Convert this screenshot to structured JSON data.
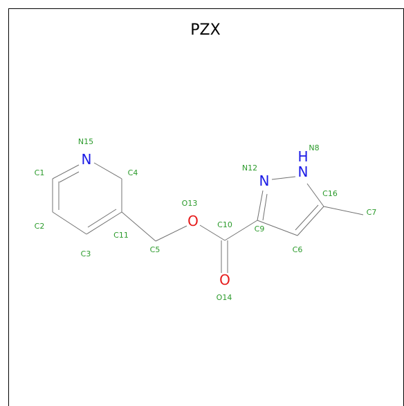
{
  "title": "PZX",
  "colors": {
    "bond": "#707070",
    "label": "#2a9a2a",
    "nitrogen": "#1a1ae6",
    "oxygen": "#e61a1a",
    "frame": "#000000"
  },
  "atoms": {
    "N15": {
      "symbol": "N",
      "label": "N15"
    },
    "N12": {
      "symbol": "N",
      "label": "N12"
    },
    "N8": {
      "symbol": "H\nN",
      "label": "N8"
    },
    "O13": {
      "symbol": "O",
      "label": "O13"
    },
    "O14": {
      "symbol": "O",
      "label": "O14"
    },
    "C1": {
      "label": "C1"
    },
    "C2": {
      "label": "C2"
    },
    "C3": {
      "label": "C3"
    },
    "C4": {
      "label": "C4"
    },
    "C5": {
      "label": "C5"
    },
    "C6": {
      "label": "C6"
    },
    "C7": {
      "label": "C7"
    },
    "C9": {
      "label": "C9"
    },
    "C10": {
      "label": "C10"
    },
    "C11": {
      "label": "C11"
    },
    "C16": {
      "label": "C16"
    }
  },
  "heavy_symbols": {
    "N15": "N",
    "N12": "N",
    "N8_N": "N",
    "N8_H": "H",
    "O13": "O",
    "O14": "O"
  }
}
